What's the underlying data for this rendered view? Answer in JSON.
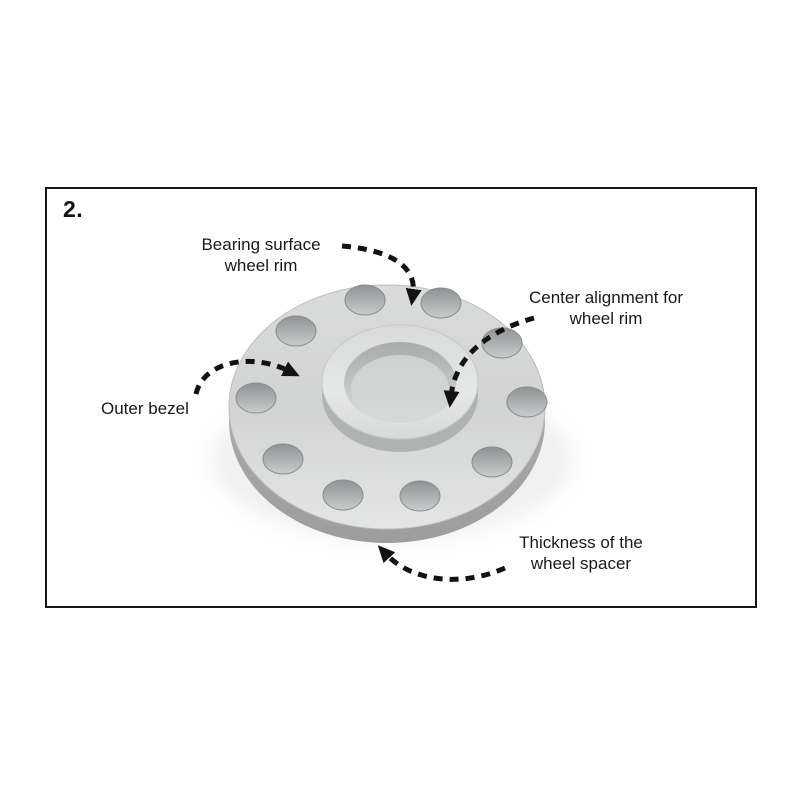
{
  "figure": {
    "step_number": "2.",
    "labels": {
      "bearing_surface": "Bearing surface\nwheel rim",
      "center_alignment": "Center alignment for\nwheel rim",
      "outer_bezel": "Outer bezel",
      "thickness": "Thickness of the\nwheel spacer"
    },
    "subject": "wheel spacer",
    "colors": {
      "frame_border": "#161616",
      "label_text": "#191919",
      "arrow": "#121212",
      "spacer_top": "#d7d7d7",
      "spacer_side": "#ababab",
      "hub_top": "#e3e3e3",
      "hole": "#999e9e",
      "background": "#ffffff"
    }
  }
}
